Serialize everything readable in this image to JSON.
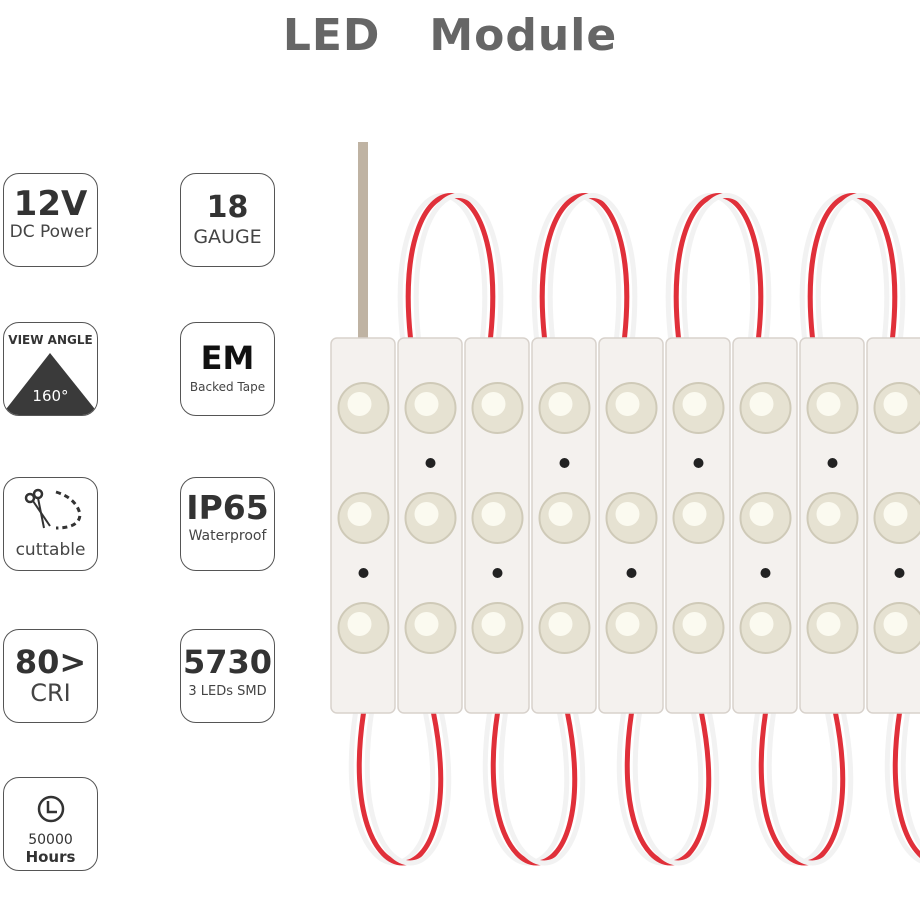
{
  "title": "LED   Module",
  "features": [
    {
      "id": "voltage",
      "value": "12V",
      "label": "DC Power"
    },
    {
      "id": "gauge",
      "value": "18",
      "label": "GAUGE"
    },
    {
      "id": "view-angle",
      "value": "160°",
      "label": "VIEW ANGLE",
      "icon": "triangle-angle-icon"
    },
    {
      "id": "tape",
      "value": "EM",
      "label": "Backed Tape"
    },
    {
      "id": "cuttable",
      "label": "cuttable",
      "icon": "scissors-icon"
    },
    {
      "id": "waterproof",
      "value": "IP65",
      "label": "Waterproof"
    },
    {
      "id": "cri",
      "value": "80>",
      "label": "CRI"
    },
    {
      "id": "smd",
      "value": "5730",
      "label": "3 LEDs SMD"
    },
    {
      "id": "lifetime",
      "value": "50000",
      "label": "Hours",
      "icon": "clock-icon"
    }
  ],
  "colors": {
    "title": "#666666",
    "wire_red": "#e0303a",
    "wire_white": "#f2f2f2",
    "module": "#f4f1ee"
  }
}
